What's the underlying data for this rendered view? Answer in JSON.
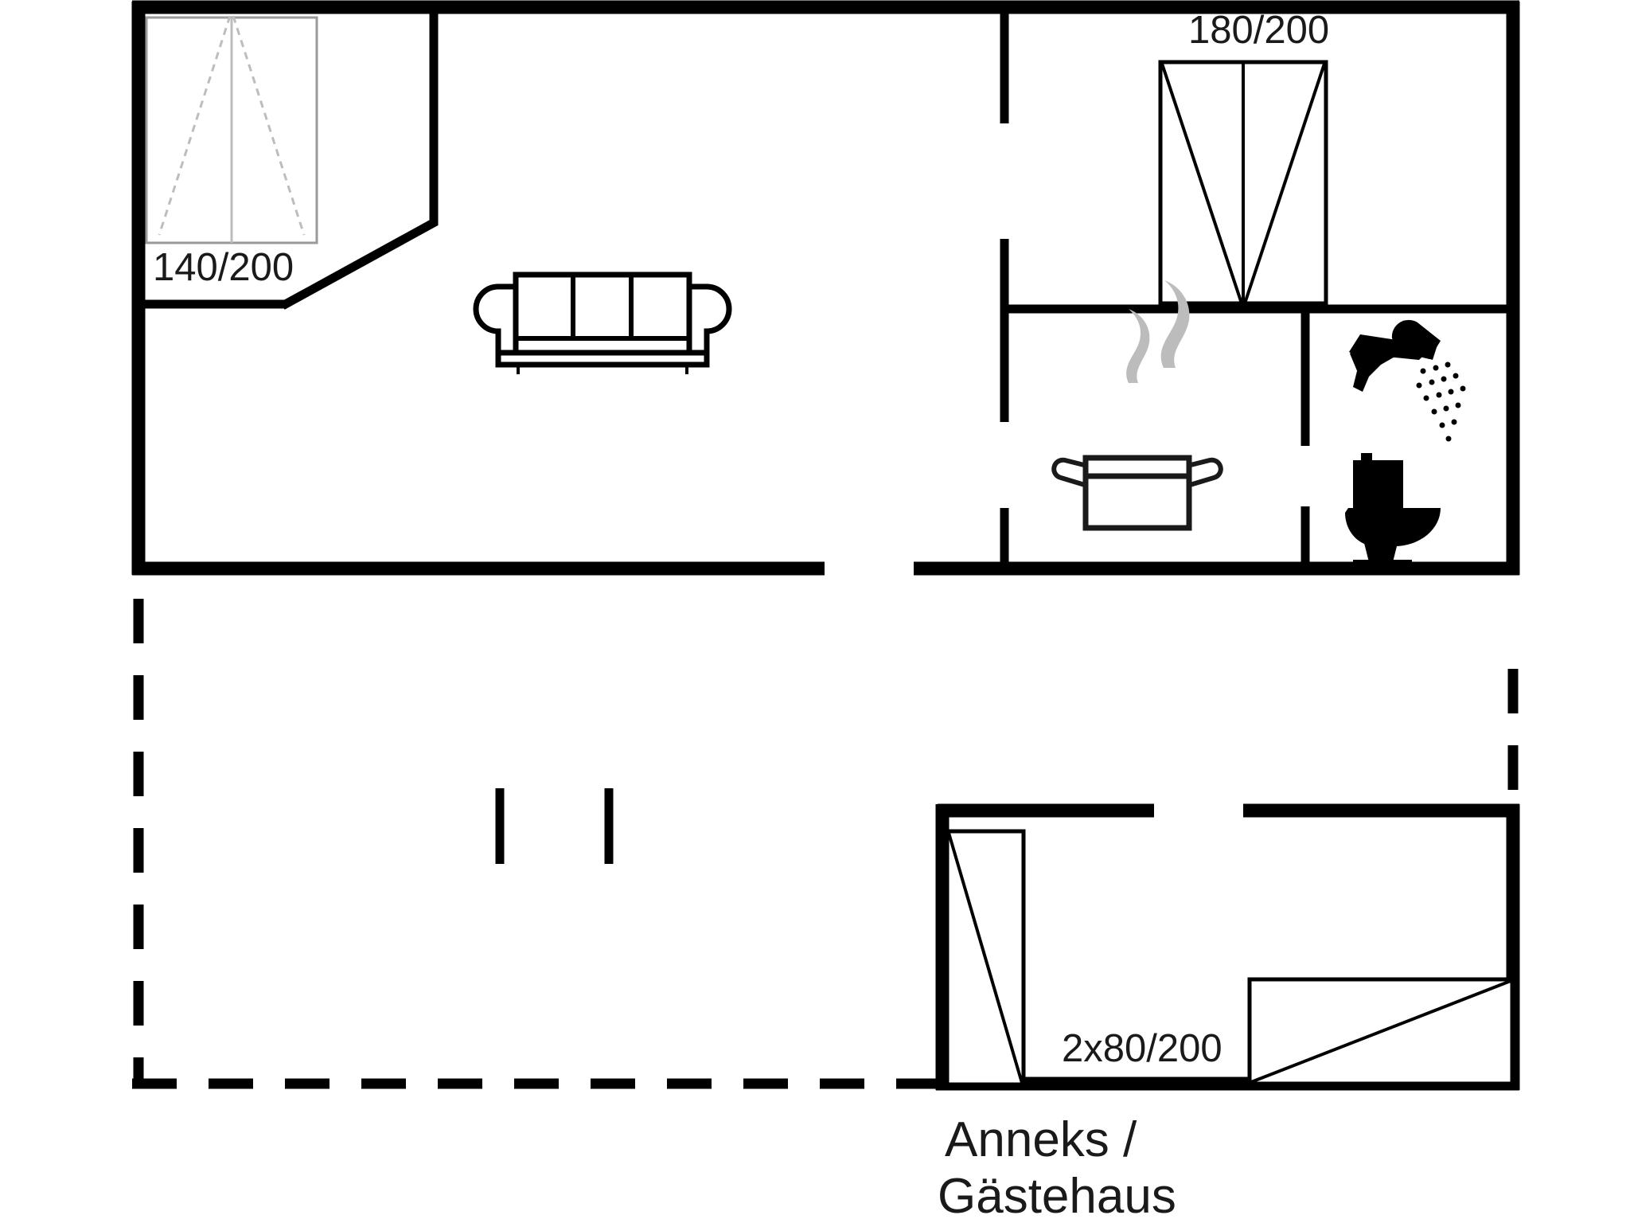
{
  "plan": {
    "title": "Holiday house floor plan",
    "background_color": "#ffffff",
    "line_color": "#000000",
    "steam_color": "#bcbcbc",
    "bed_outline_color": "#9a9a9a"
  },
  "labels": {
    "bed_bedroom1": "140/200",
    "bed_bedroom2": "180/200",
    "bed_annex": "2x80/200",
    "annex_line1": "Anneks /",
    "annex_line2": "Gästehaus"
  },
  "icons": {
    "sofa": "sofa-icon",
    "cooking_pot": "cooking-pot-icon",
    "shower": "shower-head-icon",
    "toilet": "toilet-icon",
    "bed_single": "bed-icon",
    "bed_double": "double-bed-icon"
  },
  "rooms": [
    {
      "name": "living-room",
      "furniture": [
        "sofa-icon"
      ]
    },
    {
      "name": "bedroom-1",
      "furniture": [
        "bed-icon"
      ],
      "bed_size": "140/200"
    },
    {
      "name": "bedroom-2",
      "furniture": [
        "double-bed-icon"
      ],
      "bed_size": "180/200"
    },
    {
      "name": "kitchen",
      "furniture": [
        "cooking-pot-icon"
      ]
    },
    {
      "name": "bathroom",
      "furniture": [
        "shower-head-icon",
        "toilet-icon"
      ]
    },
    {
      "name": "terrace",
      "furniture": []
    },
    {
      "name": "annex-guesthouse",
      "furniture": [
        "bed-icon",
        "bed-icon"
      ],
      "bed_size": "2x80/200"
    }
  ]
}
